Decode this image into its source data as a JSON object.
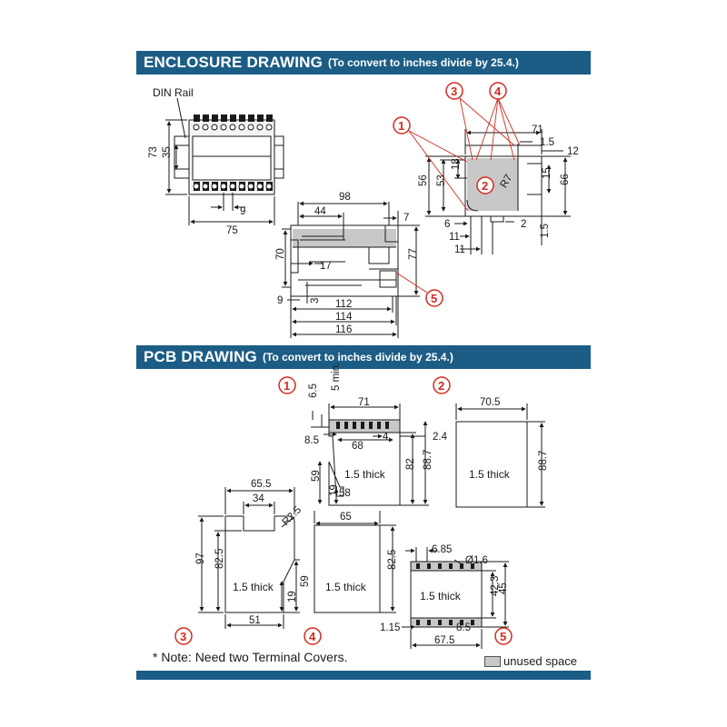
{
  "enclosure": {
    "title": "ENCLOSURE DRAWING",
    "subtitle": "(To convert to inches divide by 25.4.)",
    "din_rail_label": "DIN Rail",
    "front_dims": {
      "height": "73",
      "inner_height": "35",
      "pitch": "9",
      "width": "75"
    },
    "side_dims": {
      "top_width": "98",
      "inner": "44",
      "tab": "7",
      "height": "70",
      "total_height": "77",
      "offset": "17",
      "bottom": "9",
      "foot": "3",
      "w1": "112",
      "w2": "114",
      "w3": "116"
    },
    "right_dims": {
      "width": "71",
      "d1": "1.5",
      "d2": "12",
      "h1": "56",
      "h2": "53",
      "h3": "18",
      "radius": "R7",
      "h4": "15",
      "h5": "66",
      "b1": "6",
      "b2": "11",
      "b3": "11",
      "b4": "2",
      "b5": "1.5"
    },
    "callouts": [
      "1",
      "2",
      "3",
      "4",
      "5"
    ]
  },
  "pcb": {
    "title": "PCB DRAWING",
    "subtitle": "(To convert to inches divide by 25.4.)",
    "thick_label": "1.5 thick",
    "pcb1": {
      "callout": "1",
      "d_65": "6.5",
      "d_5min": "5 min.",
      "width": "71",
      "left": "8.5",
      "inner": "68",
      "pitch": "4",
      "edge": "2.4",
      "h59": "59",
      "h19": "19",
      "w58": "58",
      "h82": "82",
      "h887": "88.7"
    },
    "pcb2": {
      "callout": "2",
      "width": "70.5",
      "height": "88.7"
    },
    "pcb3": {
      "callout": "3",
      "top": "65.5",
      "notch": "34",
      "radius": "R2.5",
      "h97": "97",
      "h825": "82.5",
      "h59": "59",
      "h19": "19",
      "bottom": "51"
    },
    "pcb4": {
      "callout": "4",
      "width": "65",
      "height": "82.5"
    },
    "pcb5": {
      "callout": "5",
      "pitch": "6.85",
      "hole": "Ø1.6",
      "h423": "42.3",
      "h45": "45",
      "left": "1.15",
      "right": "8.5",
      "width": "67.5"
    },
    "note": "* Note: Need two Terminal Covers.",
    "legend_label": "unused space"
  }
}
